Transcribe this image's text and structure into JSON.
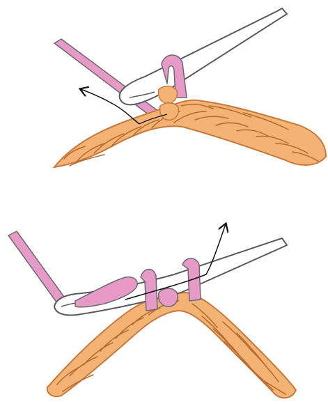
{
  "colors": {
    "background": "#ffffff",
    "stitch_fill": "#f2b375",
    "stitch_outline": "#c9783a",
    "stitch_dark": "#b86a2e",
    "yarn_pink": "#e79ac7",
    "yarn_outline": "#6a6a6a",
    "hook_fill": "#ffffff",
    "hook_outline": "#5a5a5a",
    "arrow": "#111111"
  },
  "figures": [
    {
      "name": "step-top",
      "elements": [
        "working-yarn",
        "crochet-hook",
        "loop-on-hook",
        "stitch-chain",
        "pull-through-arrow"
      ]
    },
    {
      "name": "step-bottom",
      "elements": [
        "working-yarn",
        "crochet-hook",
        "loops-on-hook",
        "stitch-chain",
        "pull-through-arrow"
      ]
    }
  ]
}
